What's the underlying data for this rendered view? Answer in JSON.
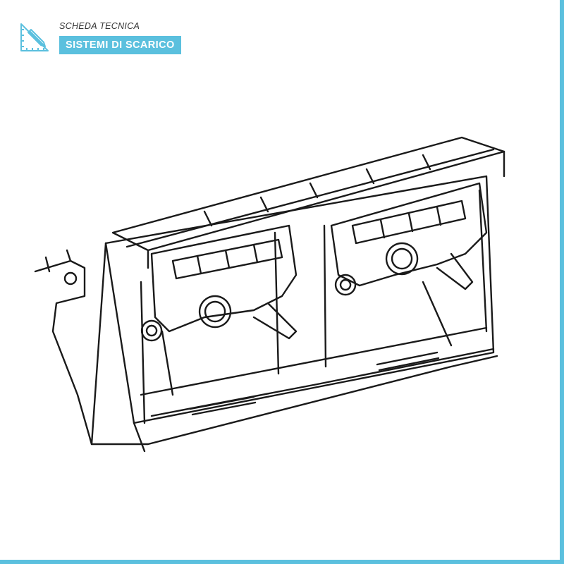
{
  "header": {
    "logo_icon": "ruler-pencil-icon",
    "kicker": "SCHEDA TECNICA",
    "badge": "SISTEMI DI SCARICO"
  },
  "colors": {
    "accent": "#5bc0de",
    "line": "#1a1a1a"
  },
  "drawing": {
    "subject_icon": "dual-flush-mechanism-line-drawing"
  }
}
